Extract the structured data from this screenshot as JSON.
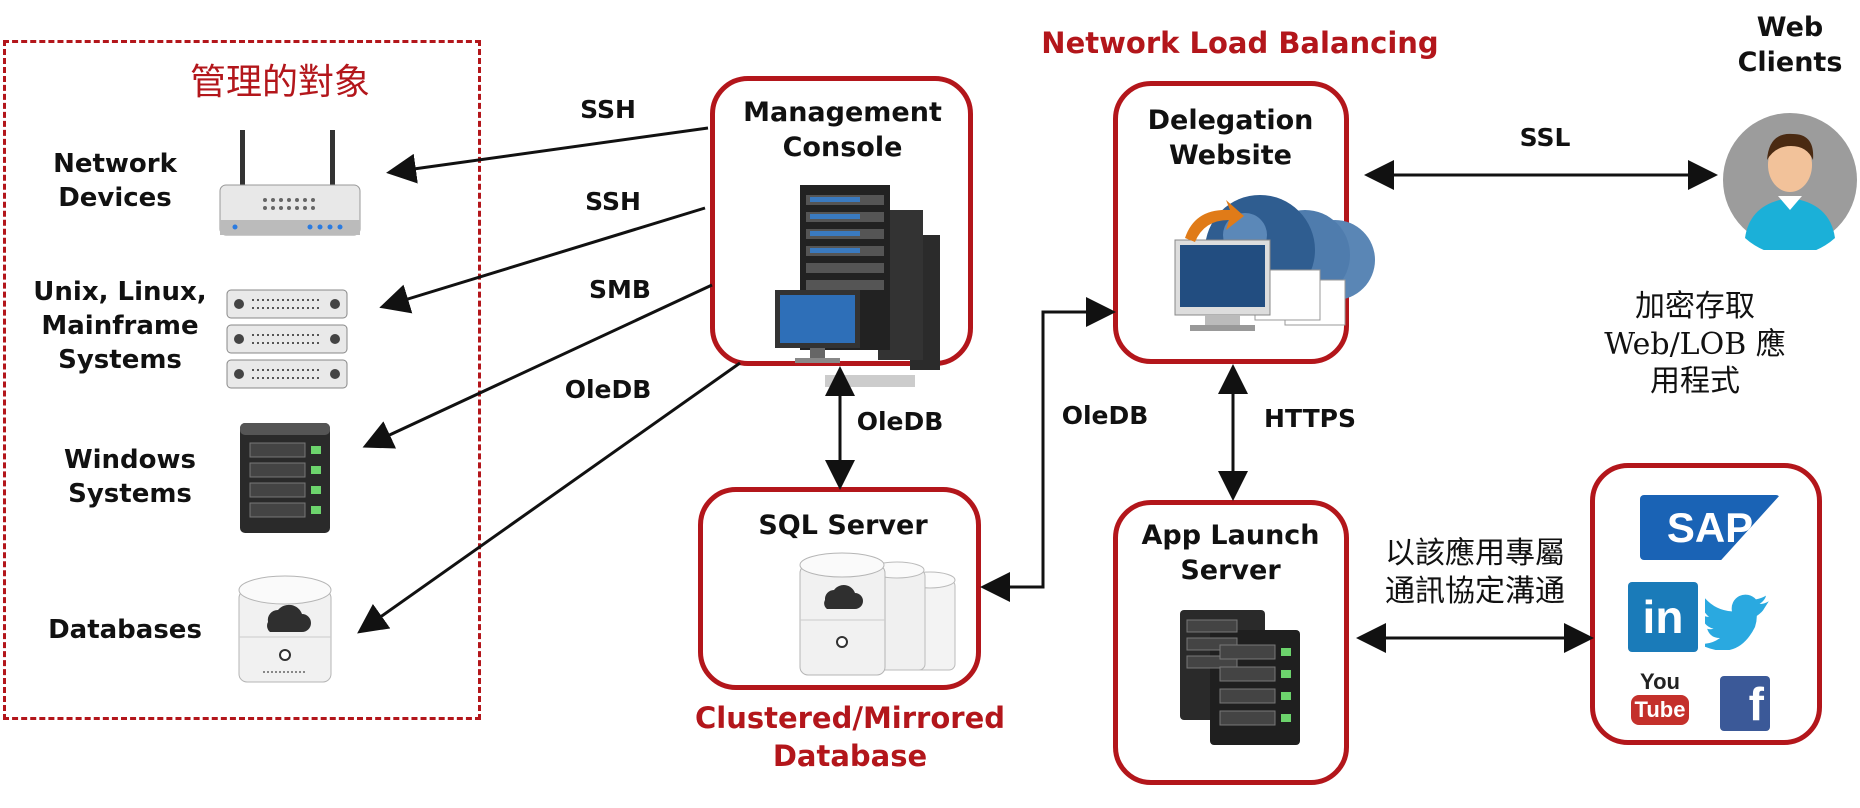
{
  "managed": {
    "title": "管理的對象",
    "items": [
      {
        "label": "Network\nDevices",
        "icon": "router-icon"
      },
      {
        "label": "Unix, Linux,\nMainframe\nSystems",
        "icon": "rack-server-icon"
      },
      {
        "label": "Windows\nSystems",
        "icon": "tower-server-icon"
      },
      {
        "label": "Databases",
        "icon": "database-cloud-icon"
      }
    ]
  },
  "protocols": {
    "ssh1": "SSH",
    "ssh2": "SSH",
    "smb": "SMB",
    "oledb_left": "OleDB",
    "oledb_console_sql": "OleDB",
    "oledb_sql_web": "OleDB",
    "https": "HTTPS",
    "ssl": "SSL"
  },
  "nodes": {
    "console": "Management\nConsole",
    "sql": "SQL Server",
    "sql_caption": "Clustered/Mirrored\nDatabase",
    "delegation": "Delegation\nWebsite",
    "nlb": "Network Load Balancing",
    "applaunch": "App Launch\nServer",
    "web_clients": "Web\nClients"
  },
  "notes": {
    "encrypted": "加密存取\nWeb/LOB 應\n用程式",
    "dedicated": "以該應用專屬\n通訊協定溝通"
  },
  "apps": [
    {
      "name": "SAP",
      "icon": "sap-logo-icon",
      "color": "#1a63b5"
    },
    {
      "name": "in",
      "icon": "linkedin-logo-icon",
      "color": "#1a7bb9"
    },
    {
      "name": "twitter",
      "icon": "twitter-bird-icon",
      "color": "#2aa9e0"
    },
    {
      "name": "You Tube",
      "icon": "youtube-logo-icon",
      "color": "#c4302b"
    },
    {
      "name": "f",
      "icon": "facebook-logo-icon",
      "color": "#3b5998"
    }
  ],
  "colors": {
    "accent": "#b3161b",
    "line": "#111111"
  }
}
